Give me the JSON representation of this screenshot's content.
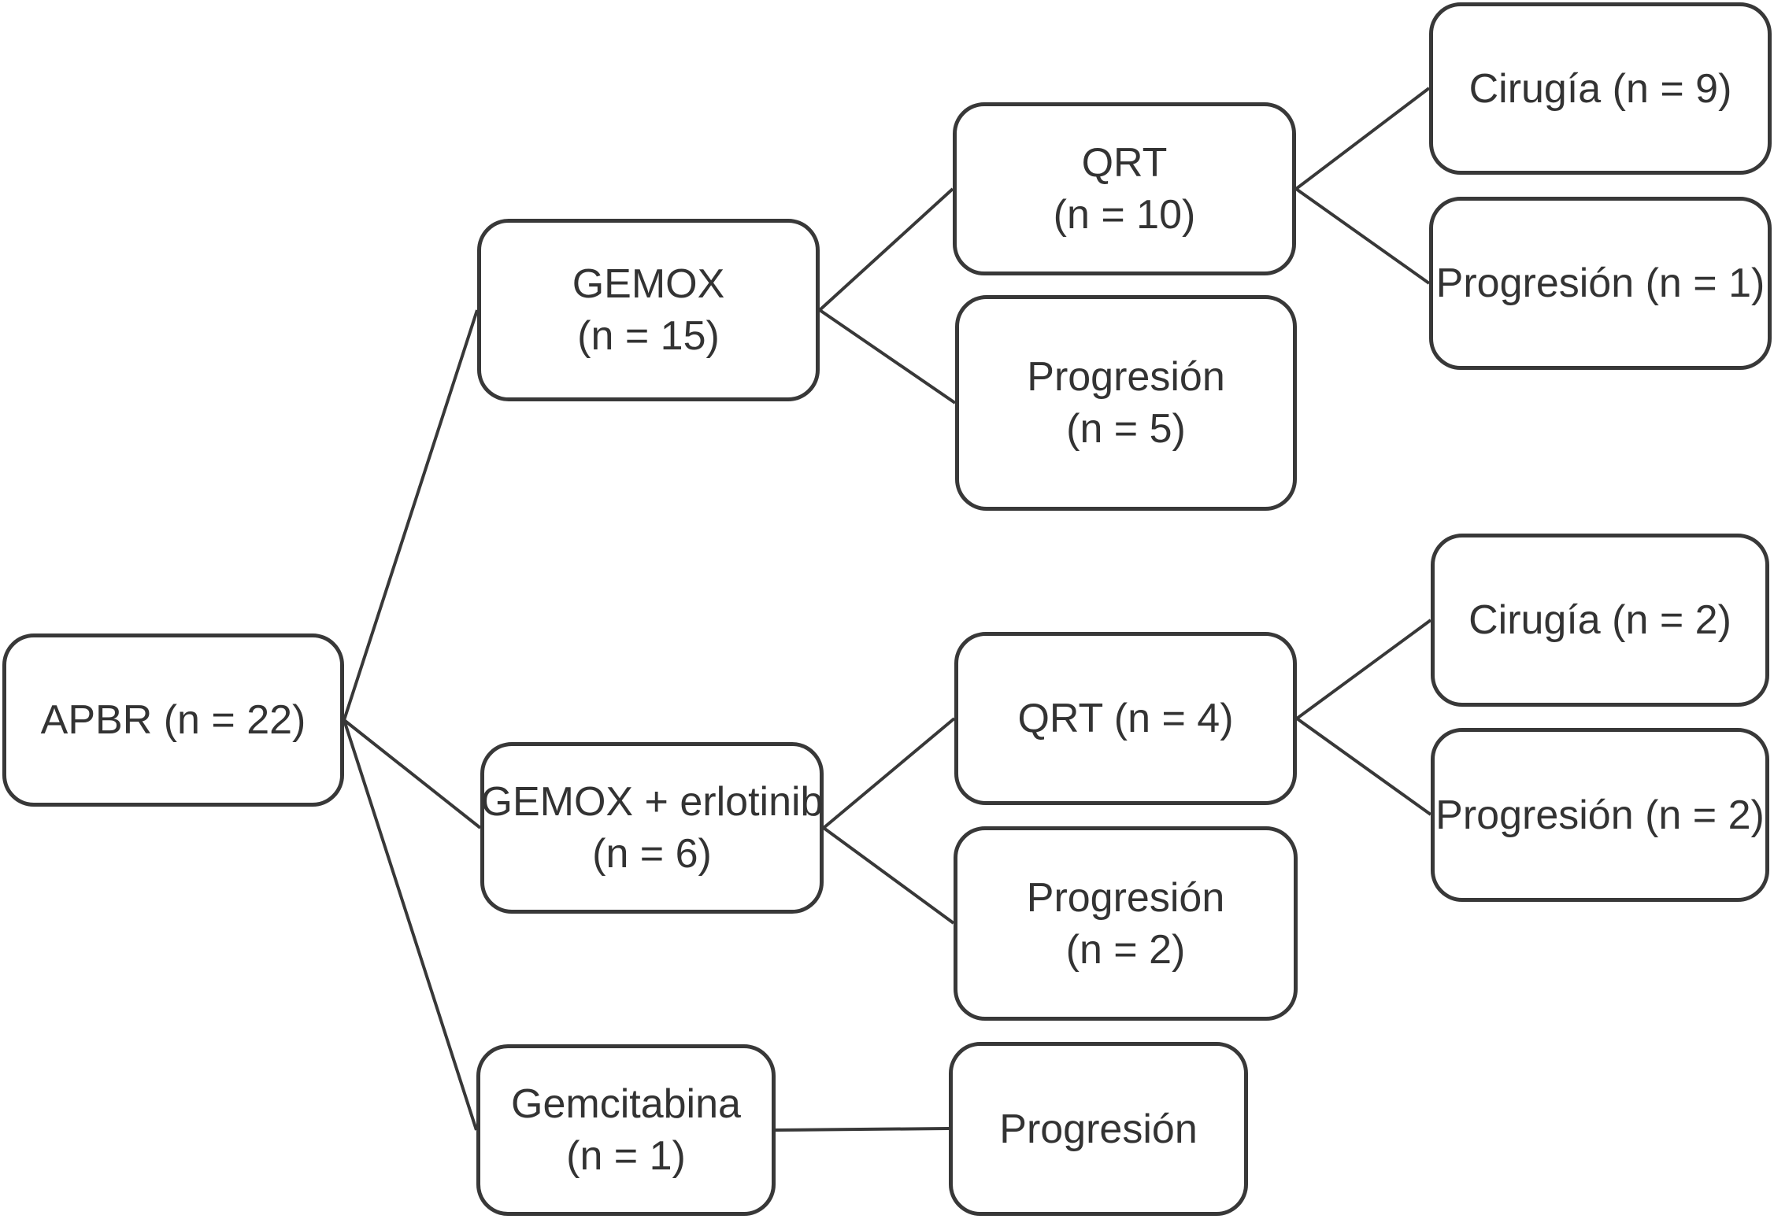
{
  "diagram": {
    "type": "flowchart",
    "background_color": "#ffffff",
    "stroke_color": "#383838",
    "text_color": "#333333",
    "nodes": [
      {
        "id": "apbr",
        "label": "APBR (n = 22)",
        "lines": [
          "APBR (n = 22)"
        ]
      },
      {
        "id": "gemox",
        "label": "GEMOX (n = 15)",
        "lines": [
          "GEMOX",
          "(n = 15)"
        ]
      },
      {
        "id": "qrt10",
        "label": "QRT (n = 10)",
        "lines": [
          "QRT",
          "(n = 10)"
        ]
      },
      {
        "id": "prog5",
        "label": "Progresión (n = 5)",
        "lines": [
          "Progresión",
          "(n = 5)"
        ]
      },
      {
        "id": "cirugia9",
        "label": "Cirugía (n = 9)",
        "lines": [
          "Cirugía (n = 9)"
        ]
      },
      {
        "id": "prog1",
        "label": "Progresión (n = 1)",
        "lines": [
          "Progresión (n = 1)"
        ]
      },
      {
        "id": "gemox_erlotinib",
        "label": "GEMOX + erlotinib (n = 6)",
        "lines": [
          "GEMOX + erlotinib",
          "(n = 6)"
        ]
      },
      {
        "id": "qrt4",
        "label": "QRT (n = 4)",
        "lines": [
          "QRT (n = 4)"
        ]
      },
      {
        "id": "prog2_mid",
        "label": "Progresión (n = 2)",
        "lines": [
          "Progresión",
          "(n = 2)"
        ]
      },
      {
        "id": "cirugia2",
        "label": "Cirugía (n = 2)",
        "lines": [
          "Cirugía (n = 2)"
        ]
      },
      {
        "id": "prog2_right",
        "label": "Progresión (n = 2)",
        "lines": [
          "Progresión (n = 2)"
        ]
      },
      {
        "id": "gemcitabina",
        "label": "Gemcitabina (n = 1)",
        "lines": [
          "Gemcitabina",
          "(n = 1)"
        ]
      },
      {
        "id": "prog_bottom",
        "label": "Progresión",
        "lines": [
          "Progresión"
        ]
      }
    ],
    "edges": [
      {
        "from": "apbr",
        "to": "gemox"
      },
      {
        "from": "apbr",
        "to": "gemox_erlotinib"
      },
      {
        "from": "apbr",
        "to": "gemcitabina"
      },
      {
        "from": "gemox",
        "to": "qrt10"
      },
      {
        "from": "gemox",
        "to": "prog5"
      },
      {
        "from": "qrt10",
        "to": "cirugia9"
      },
      {
        "from": "qrt10",
        "to": "prog1"
      },
      {
        "from": "gemox_erlotinib",
        "to": "qrt4"
      },
      {
        "from": "gemox_erlotinib",
        "to": "prog2_mid"
      },
      {
        "from": "qrt4",
        "to": "cirugia2"
      },
      {
        "from": "qrt4",
        "to": "prog2_right"
      },
      {
        "from": "gemcitabina",
        "to": "prog_bottom"
      }
    ]
  }
}
